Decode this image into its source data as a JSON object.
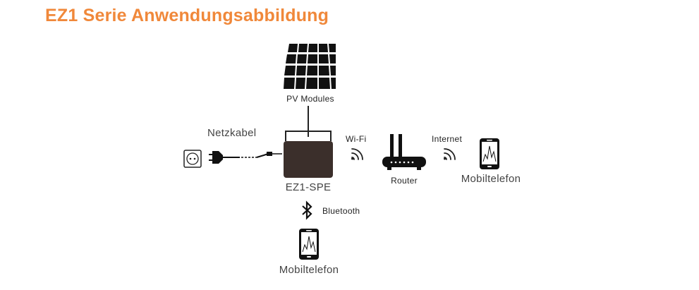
{
  "title": "EZ1 Serie Anwendungsabbildung",
  "colors": {
    "accent": "#f0883a",
    "device": "#3b2f2b",
    "icon": "#111111",
    "text": "#222222"
  },
  "nodes": {
    "pv": {
      "label": "PV Modules",
      "icon": "solar-panel-icon"
    },
    "cable": {
      "label": "Netzkabel",
      "icon": "power-plug-icon"
    },
    "socket": {
      "icon": "wall-socket-icon"
    },
    "inverter": {
      "label": "EZ1-SPE",
      "icon": "microinverter-icon"
    },
    "wifi": {
      "label": "Wi-Fi",
      "icon": "wifi-icon"
    },
    "router": {
      "label": "Router",
      "icon": "router-icon"
    },
    "internet": {
      "label": "Internet",
      "icon": "wifi-icon"
    },
    "phone_right": {
      "label": "Mobiltelefon",
      "icon": "smartphone-icon"
    },
    "bluetooth": {
      "label": "Bluetooth",
      "icon": "bluetooth-icon"
    },
    "phone_bottom": {
      "label": "Mobiltelefon",
      "icon": "smartphone-icon"
    }
  }
}
